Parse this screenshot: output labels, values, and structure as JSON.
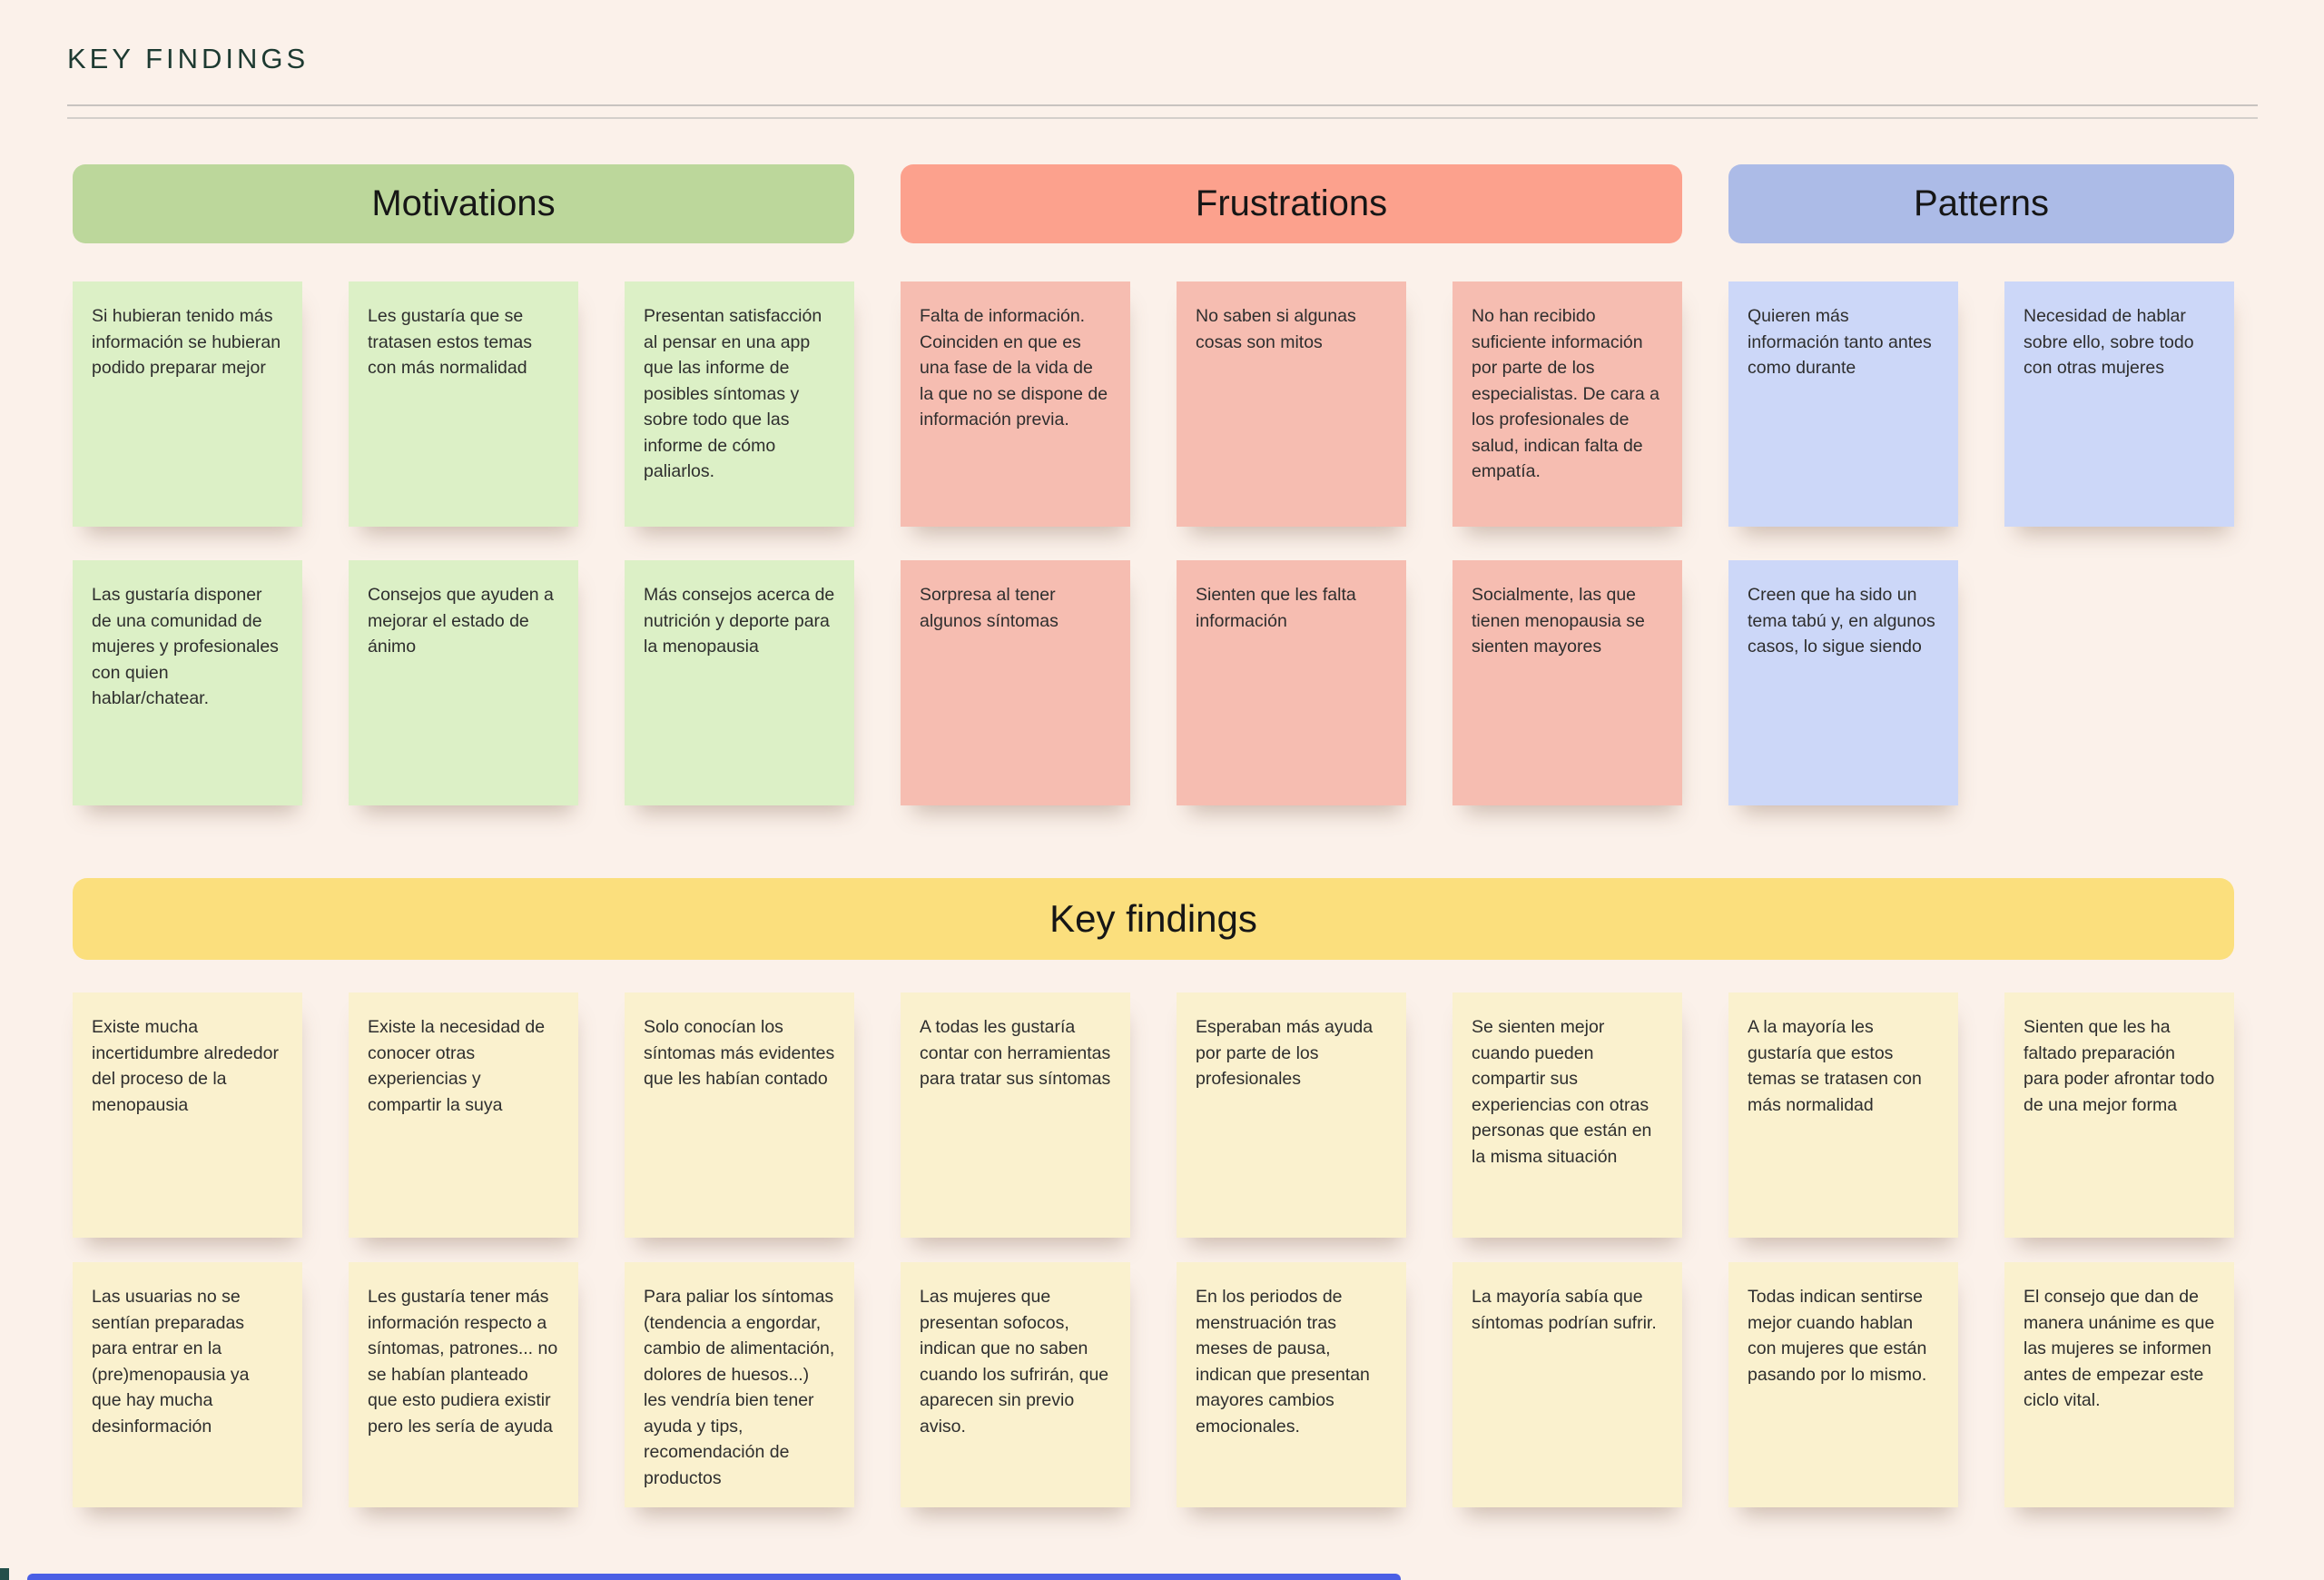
{
  "page": {
    "title": "KEY FINDINGS"
  },
  "canvas": {
    "background": "#FBF1EA",
    "title_color": "#1D3A31",
    "divider_color": "#C8C3C0",
    "bottom_bar_color": "#4A5FE5"
  },
  "sections": [
    {
      "id": "motivations",
      "label": "Motivations",
      "header_color": "#BCD79B",
      "note_color": "#DCF0C6",
      "notes": [
        "Si hubieran tenido más información se hubieran podido preparar mejor",
        "Les gustaría que se tratasen estos temas con más normalidad",
        "Presentan satisfacción al pensar en una app que las informe de posibles síntomas y sobre todo que las informe de cómo paliarlos.",
        "Las gustaría disponer de una comunidad de mujeres y profesionales con quien hablar/chatear.",
        "Consejos que ayuden a mejorar el estado de ánimo",
        "Más consejos acerca de nutrición y deporte para la menopausia"
      ]
    },
    {
      "id": "frustrations",
      "label": "Frustrations",
      "header_color": "#FCA18D",
      "note_color": "#F6BDB1",
      "notes": [
        "Falta de información. Coinciden en que es una fase de la vida de la que no se dispone de información previa.",
        "No saben si algunas cosas son mitos",
        "No han recibido suficiente información por parte de los especialistas. De cara a los profesionales de salud, indican falta de empatía.",
        "Sorpresa al tener algunos síntomas",
        "Sienten que les falta información",
        "Socialmente, las que tienen menopausia se sienten mayores"
      ]
    },
    {
      "id": "patterns",
      "label": "Patterns",
      "header_color": "#ACBBE7",
      "note_color": "#CCD7F8",
      "notes": [
        "Quieren más información tanto antes como durante",
        "Necesidad de hablar sobre ello, sobre todo con otras mujeres",
        "Creen que ha sido un tema tabú y, en algunos casos, lo sigue siendo"
      ]
    }
  ],
  "key_findings": {
    "id": "key-findings",
    "label": "Key findings",
    "header_color": "#FBDF7D",
    "note_color": "#FAF1CE",
    "notes": [
      "Existe mucha incertidumbre alrededor del proceso de la menopausia",
      "Existe la necesidad de conocer otras experiencias y compartir la suya",
      "Solo conocían los síntomas más evidentes que les habían contado",
      "A todas les gustaría contar con herramientas para tratar sus síntomas",
      "Esperaban más ayuda por parte de los profesionales",
      "Se sienten mejor cuando pueden compartir sus experiencias con otras personas que están en la misma situación",
      "A la mayoría les gustaría que estos temas se tratasen con más normalidad",
      "Sienten que les ha faltado preparación para poder afrontar todo de una mejor forma",
      "Las usuarias no se sentían preparadas para entrar en la (pre)menopausia ya que hay mucha desinformación",
      "Les gustaría tener más información respecto a síntomas, patrones... no se habían planteado que esto pudiera existir pero les sería de ayuda",
      "Para paliar los síntomas (tendencia a engordar, cambio de alimentación, dolores de huesos...) les vendría bien tener ayuda y tips, recomendación de productos",
      "Las mujeres que presentan sofocos, indican que no saben cuando los sufrirán, que aparecen sin previo aviso.",
      "En los periodos de menstruación tras meses de pausa, indican que presentan mayores cambios emocionales.",
      "La mayoría sabía que síntomas podrían sufrir.",
      "Todas indican sentirse mejor cuando hablan con mujeres que están pasando por lo mismo.",
      "El consejo que dan de manera unánime es que las mujeres se informen antes de empezar este ciclo vital."
    ]
  }
}
